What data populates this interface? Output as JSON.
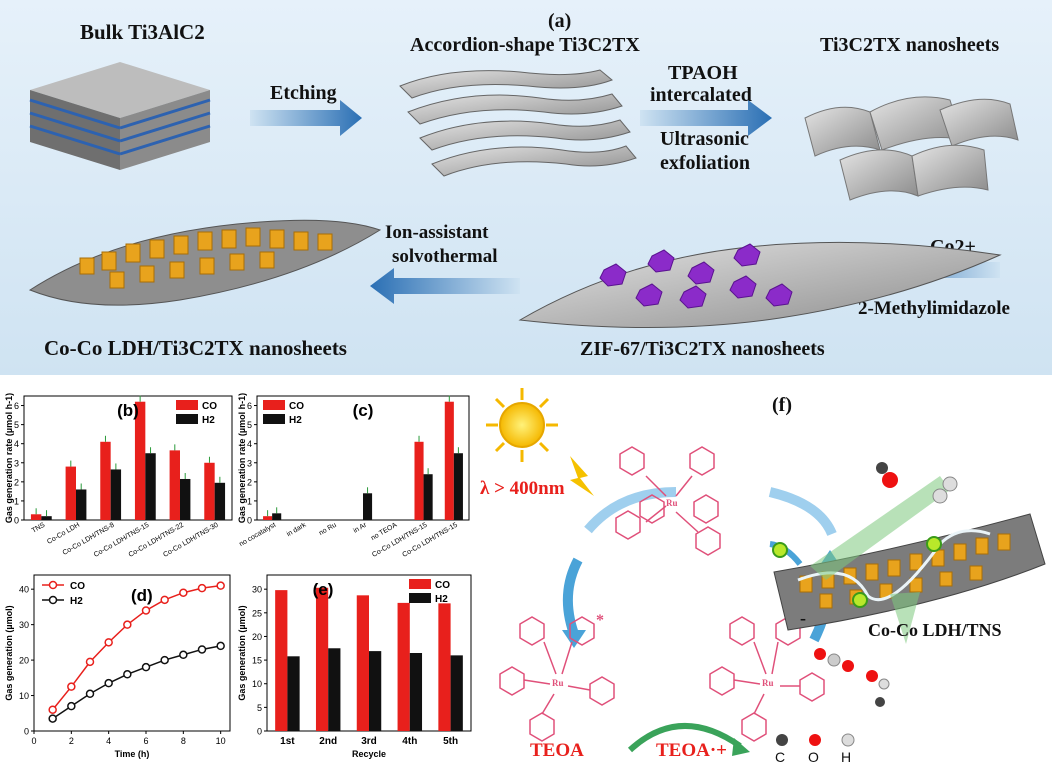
{
  "panel_a": {
    "tag": "(a)",
    "bulk": "Bulk Ti3AlC2",
    "accordion": "Accordion-shape Ti3C2TX",
    "nanosheets": "Ti3C2TX nanosheets",
    "etching": "Etching",
    "tpaoh": "TPAOH",
    "intercalated": "intercalated",
    "ultrasonic": "Ultrasonic",
    "exfoliation": "exfoliation",
    "co_ion": "Co2+",
    "methylimidazole": "2-Methylimidazole",
    "zif": "ZIF-67/Ti3C2TX nanosheets",
    "ion_assistant": "Ion-assistant",
    "solvothermal": "solvothermal",
    "ldh": "Co-Co LDH/Ti3C2TX nanosheets"
  },
  "panel_f": {
    "tag": "(f)",
    "wavelength": "λ > 400nm",
    "teoa": "TEOA",
    "teoa_plus": "TEOA·+",
    "ldh_tns": "Co-Co LDH/TNS",
    "ru_label": "Ru",
    "star": "*",
    "minus": "-",
    "legend": [
      "C",
      "O",
      "H"
    ]
  },
  "colors": {
    "co": "#e8201c",
    "h2": "#111111",
    "ldh": "#e8a31d",
    "zif": "#8b2bc9",
    "arrow": "#2a6fb4"
  },
  "chart_data": [
    {
      "type": "bar",
      "tag": "(b)",
      "categories": [
        "TNS",
        "Co-Co LDH",
        "Co-Co LDH/TNS-8",
        "Co-Co LDH/TNS-15",
        "Co-Co LDH/TNS-22",
        "Co-Co LDH/TNS-30"
      ],
      "series": [
        {
          "name": "CO",
          "values": [
            0.3,
            2.8,
            4.1,
            6.2,
            3.65,
            3.0
          ]
        },
        {
          "name": "H2",
          "values": [
            0.2,
            1.6,
            2.65,
            3.5,
            2.15,
            1.95
          ]
        }
      ],
      "ylabel": "Gas generation rate (µmol h-1)",
      "yticks": [
        0,
        1,
        2,
        3,
        4,
        5,
        6
      ],
      "ylim": [
        0,
        6.5
      ]
    },
    {
      "type": "bar",
      "tag": "(c)",
      "categories": [
        "no cocatalyst",
        "in dark",
        "no Ru",
        "in Ar",
        "no TEOA",
        "Co-Co LDH/TNS-15",
        "Co-Co LDH/TNS-15"
      ],
      "series": [
        {
          "name": "CO",
          "values": [
            0.2,
            0,
            0,
            0,
            0,
            4.1,
            6.2
          ]
        },
        {
          "name": "H2",
          "values": [
            0.35,
            0,
            0,
            1.4,
            0,
            2.4,
            3.5
          ]
        }
      ],
      "ylabel": "Gas generation rate (µmol h-1)",
      "yticks": [
        0,
        1,
        2,
        3,
        4,
        5,
        6
      ],
      "ylim": [
        0,
        6.5
      ]
    },
    {
      "type": "line",
      "tag": "(d)",
      "x": [
        1,
        2,
        3,
        4,
        5,
        6,
        7,
        8,
        9,
        10
      ],
      "series": [
        {
          "name": "CO",
          "values": [
            6,
            12.5,
            19.5,
            25,
            30,
            34,
            37,
            39,
            40.3,
            41
          ]
        },
        {
          "name": "H2",
          "values": [
            3.5,
            7,
            10.5,
            13.5,
            16,
            18,
            20,
            21.5,
            23,
            24
          ]
        }
      ],
      "xlabel": "Time (h)",
      "ylabel": "Gas generation (µmol)",
      "xticks": [
        0,
        2,
        4,
        6,
        8,
        10
      ],
      "yticks": [
        0,
        10,
        20,
        30,
        40
      ],
      "xlim": [
        0,
        10.5
      ],
      "ylim": [
        0,
        44
      ]
    },
    {
      "type": "bar",
      "tag": "(e)",
      "categories": [
        "1st",
        "2nd",
        "3rd",
        "4th",
        "5th"
      ],
      "series": [
        {
          "name": "CO",
          "values": [
            29.8,
            30.3,
            28.7,
            27.1,
            27.0
          ]
        },
        {
          "name": "H2",
          "values": [
            15.8,
            17.5,
            16.9,
            16.5,
            16.0
          ]
        }
      ],
      "xlabel": "Recycle",
      "ylabel": "Gas generation (µmol)",
      "yticks": [
        0,
        5,
        10,
        15,
        20,
        25,
        30
      ],
      "ylim": [
        0,
        33
      ]
    }
  ]
}
